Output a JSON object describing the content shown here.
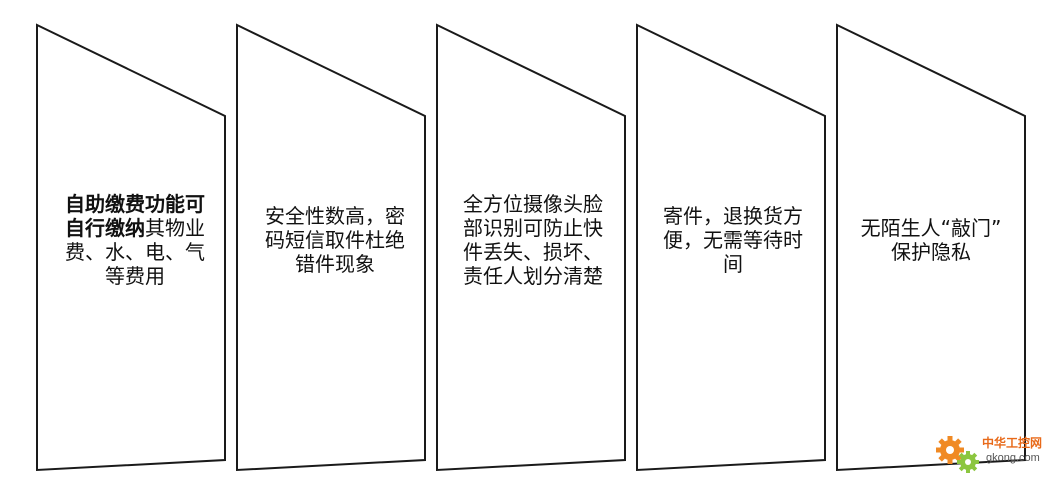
{
  "panels": [
    {
      "lines": [
        [
          {
            "text": "自助缴费功能可",
            "bold": true
          }
        ],
        [
          {
            "text": "自行缴纳",
            "bold": true
          },
          {
            "text": "其物业",
            "bold": false
          }
        ],
        [
          {
            "text": "费、水、电、气",
            "bold": false
          }
        ],
        [
          {
            "text": "等费用",
            "bold": false
          }
        ]
      ]
    },
    {
      "lines": [
        [
          {
            "text": "安全性数高，密",
            "bold": false
          }
        ],
        [
          {
            "text": "码短信取件杜绝",
            "bold": false
          }
        ],
        [
          {
            "text": "错件现象",
            "bold": false
          }
        ]
      ]
    },
    {
      "lines": [
        [
          {
            "text": "全方位摄像头脸",
            "bold": false
          }
        ],
        [
          {
            "text": "部识别可防止快",
            "bold": false
          }
        ],
        [
          {
            "text": "件丢失、损坏、",
            "bold": false
          }
        ],
        [
          {
            "text": "责任人划分清楚",
            "bold": false
          }
        ]
      ]
    },
    {
      "lines": [
        [
          {
            "text": "寄件，退换货方",
            "bold": false
          }
        ],
        [
          {
            "text": "便，无需等待时",
            "bold": false
          }
        ],
        [
          {
            "text": "间",
            "bold": false
          }
        ]
      ]
    },
    {
      "lines": [
        [
          {
            "text": "无陌生人“敲门”",
            "bold": false
          }
        ],
        [
          {
            "text": "保护隐私",
            "bold": false
          }
        ]
      ]
    }
  ],
  "watermark": {
    "site_cn": "中华工控网",
    "site_en": "gkong.com",
    "icon": "gear-icon",
    "colors": {
      "gear_orange": "#f08a24",
      "gear_green": "#8cc63f",
      "text_orange": "#e86a1a"
    }
  },
  "style": {
    "stroke": "#1a1a1a",
    "fill": "#ffffff"
  }
}
